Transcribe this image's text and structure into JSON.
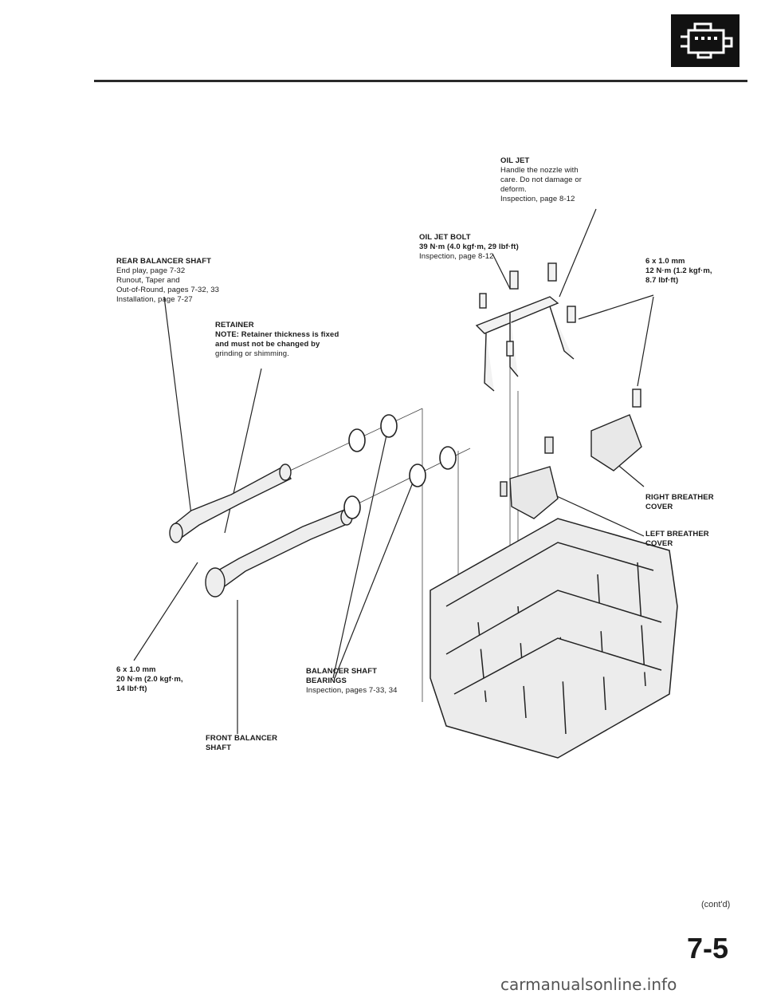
{
  "header": {
    "icon": "engine-icon"
  },
  "callouts": {
    "oil_jet": {
      "title": "OIL JET",
      "lines": [
        "Handle the nozzle with",
        "care. Do not damage or",
        "deform.",
        "Inspection, page 8-12"
      ]
    },
    "oil_jet_bolt": {
      "title": "OIL JET BOLT",
      "lines": [
        "39 N·m (4.0 kgf·m, 29 lbf·ft)",
        "Inspection, page 8-12"
      ]
    },
    "rear_balancer": {
      "title": "REAR BALANCER SHAFT",
      "lines": [
        "End play, page 7-32",
        "Runout, Taper and",
        "Out-of-Round, pages 7-32, 33",
        "Installation, page 7-27"
      ]
    },
    "bolt_6x1_12": {
      "lines": [
        "6 x 1.0 mm",
        "12 N·m (1.2 kgf·m,",
        "8.7 lbf·ft)"
      ]
    },
    "retainer": {
      "title": "RETAINER",
      "lines": [
        "NOTE:  Retainer thickness is fixed",
        "and must not be changed by",
        "grinding or shimming."
      ]
    },
    "right_breather": {
      "lines": [
        "RIGHT BREATHER",
        "COVER"
      ]
    },
    "left_breather": {
      "lines": [
        "LEFT BREATHER",
        "COVER"
      ]
    },
    "bolt_6x1_20": {
      "lines": [
        "6 x 1.0 mm",
        "20 N·m (2.0 kgf·m,",
        "14 lbf·ft)"
      ]
    },
    "bearings": {
      "lines": [
        "BALANCER SHAFT",
        "BEARINGS",
        "Inspection, pages 7-33, 34"
      ]
    },
    "front_balancer": {
      "lines": [
        "FRONT BALANCER",
        "SHAFT"
      ]
    }
  },
  "footer": {
    "contd": "(cont'd)",
    "page": "7-5",
    "watermark": "carmanualsonline.info"
  }
}
